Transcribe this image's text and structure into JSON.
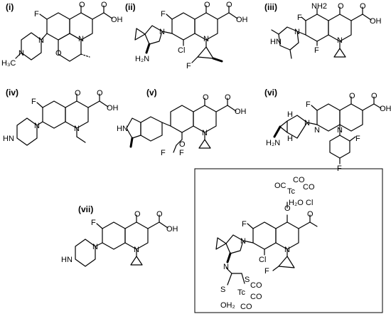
{
  "figure": {
    "labels": [
      "(i)",
      "(ii)",
      "(iii)",
      "(iv)",
      "(v)",
      "(vi)",
      "(vii)"
    ],
    "atoms": {
      "F": "F",
      "O": "O",
      "OH": "OH",
      "N": "N",
      "NH": "NH",
      "NH2": "NH2",
      "H2N": "H₂N",
      "H3C": "H₃C",
      "HN": "HN",
      "H": "H",
      "Cl": "Cl",
      "S": "S",
      "OC": "OC",
      "CO": "CO",
      "Tc": "Tc",
      "H2O": "H₂O",
      "OH2": "OH₂"
    }
  }
}
